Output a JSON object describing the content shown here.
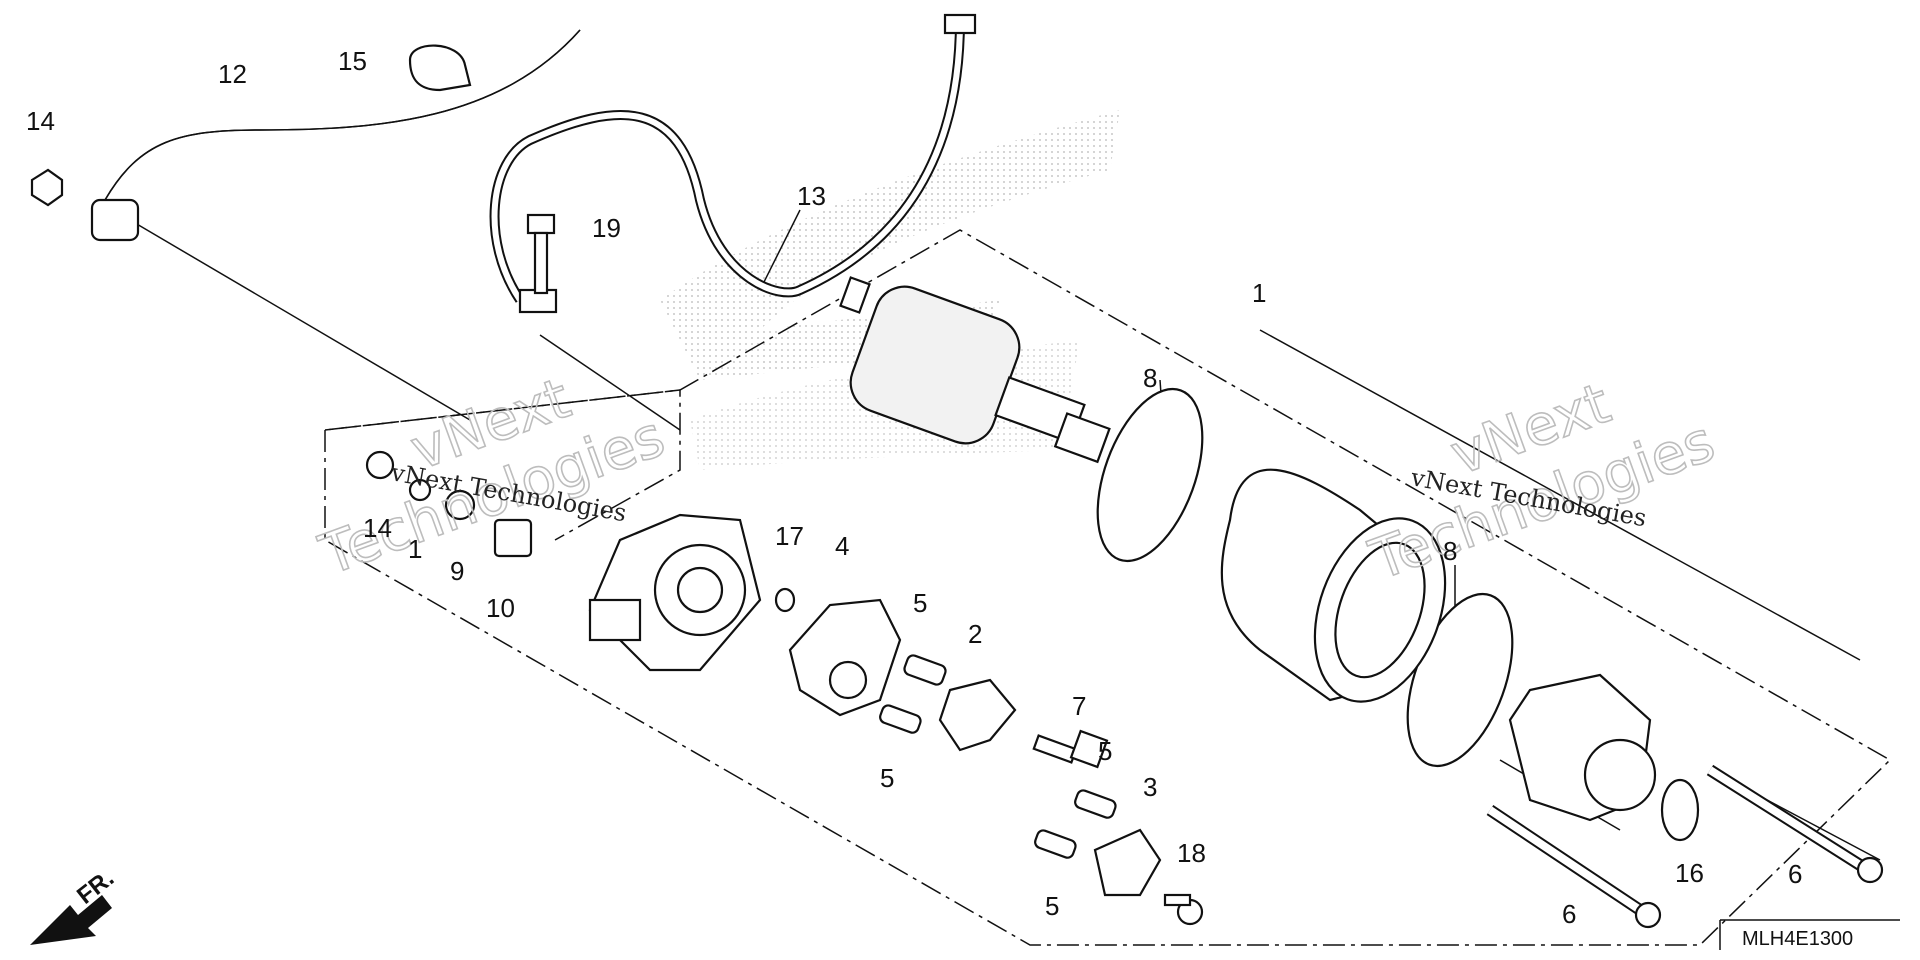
{
  "callouts": {
    "c1": "1",
    "c1b": "1",
    "c2": "2",
    "c3": "3",
    "c4": "4",
    "c5a": "5",
    "c5b": "5",
    "c5c": "5",
    "c5d": "5",
    "c6a": "6",
    "c6b": "6",
    "c7": "7",
    "c8a": "8",
    "c8b": "8",
    "c9": "9",
    "c10": "10",
    "c12": "12",
    "c13": "13",
    "c14a": "14",
    "c14b": "14",
    "c15": "15",
    "c16": "16",
    "c17": "17",
    "c18": "18",
    "c19": "19"
  },
  "watermark": {
    "line1": "vNext",
    "line2": "Technologies",
    "inline": "vNext Technologies"
  },
  "diagram_code": "MLH4E1300",
  "front_marker": "FR."
}
